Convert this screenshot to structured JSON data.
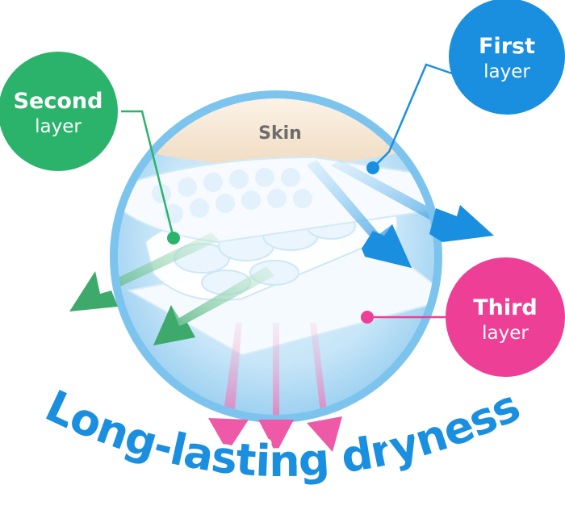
{
  "diagram": {
    "skin_label": "Skin",
    "slogan": "Long-lasting dryness",
    "layers": {
      "first": {
        "title": "First",
        "subtitle": "layer",
        "color": "#1a8fe0"
      },
      "second": {
        "title": "Second",
        "subtitle": "layer",
        "color": "#2bb36b"
      },
      "third": {
        "title": "Third",
        "subtitle": "layer",
        "color": "#ee3f96"
      }
    },
    "colors": {
      "ring": "#5ab4ea",
      "skin": "#f7ead8",
      "blue_arrow": "#2a9ae2",
      "green_arrow": "#4cb67a",
      "pink_arrow": "#ee5aa8"
    }
  }
}
